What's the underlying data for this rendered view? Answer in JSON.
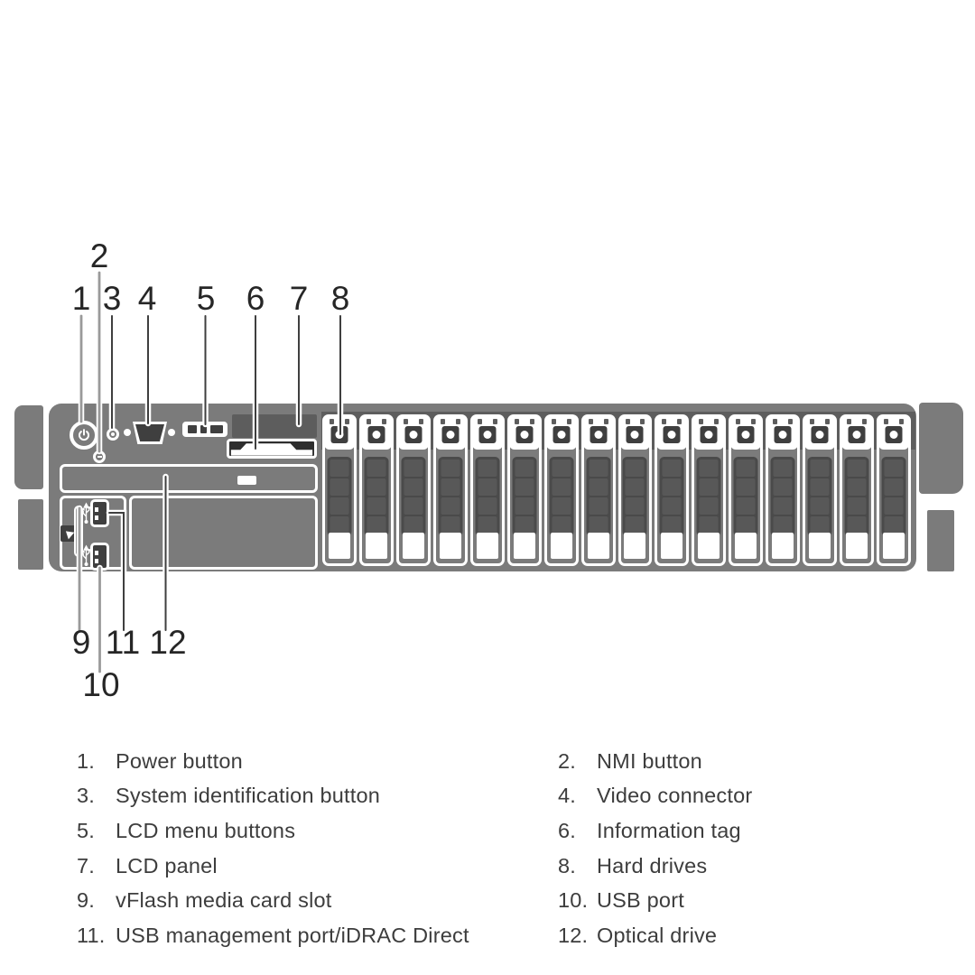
{
  "figure": {
    "description": "Front panel diagram of a rack server with numbered callouts",
    "hard_drive_count": 16,
    "callouts": {
      "c1": "1",
      "c2": "2",
      "c3": "3",
      "c4": "4",
      "c5": "5",
      "c6": "6",
      "c7": "7",
      "c8": "8",
      "c9": "9",
      "c10": "10",
      "c11": "11",
      "c12": "12"
    },
    "colors": {
      "chassis": "#7b7b7b",
      "band": "#5d5d5d",
      "recess": "#3f3f3f",
      "slab": "#4a4a4a",
      "slabBar": "#585858",
      "tagDark": "#2e2e2e",
      "lineDark": "#3f3f3f",
      "lineGray": "#9a9a9a",
      "calloutText": "#262626",
      "legendText": "#3d3d3d"
    }
  },
  "legend": {
    "left": [
      {
        "num": "1.",
        "label": "Power button"
      },
      {
        "num": "3.",
        "label": "System identification button"
      },
      {
        "num": "5.",
        "label": "LCD menu buttons"
      },
      {
        "num": "7.",
        "label": "LCD panel"
      },
      {
        "num": "9.",
        "label": "vFlash media card slot"
      },
      {
        "num": "11.",
        "label": "USB management port/iDRAC Direct"
      }
    ],
    "right": [
      {
        "num": "2.",
        "label": "NMI button"
      },
      {
        "num": "4.",
        "label": "Video connector"
      },
      {
        "num": "6.",
        "label": "Information tag"
      },
      {
        "num": "8.",
        "label": "Hard drives"
      },
      {
        "num": "10.",
        "label": "USB port"
      },
      {
        "num": "12.",
        "label": "Optical drive"
      }
    ]
  }
}
